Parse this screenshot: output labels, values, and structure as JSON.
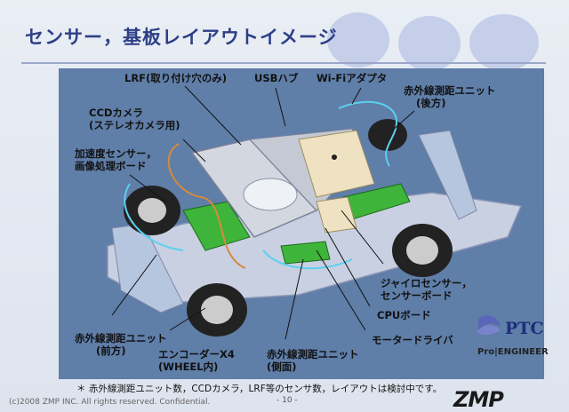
{
  "slide": {
    "title": "センサー，基板レイアウトイメージ",
    "labels": {
      "lrf": "LRF(取り付け穴のみ)",
      "usb": "USBハブ",
      "wifi": "Wi-Fiアダプタ",
      "ir_rear_1": "赤外線測距ユニット",
      "ir_rear_2": "(後方)",
      "ccd_1": "CCDカメラ",
      "ccd_2": "(ステレオカメラ用)",
      "accel_1": "加速度センサー，",
      "accel_2": "画像処理ボード",
      "gyro_1": "ジャイロセンサー，",
      "gyro_2": "センサーボード",
      "cpu": "CPUボード",
      "motor": "モータードライバ",
      "ir_front_1": "赤外線測距ユニット",
      "ir_front_2": "(前方)",
      "encoder_1": "エンコーダーX4",
      "encoder_2": "(WHEEL内)",
      "ir_side_1": "赤外線測距ユニット",
      "ir_side_2": "(側面)"
    },
    "footnote": "＊ 赤外線測距ユニット数，CCDカメラ，LRF等のセンサ数，レイアウトは検討中です。",
    "copyright": "(c)2008 ZMP INC. All rights reserved.  Confidential.",
    "page_number": "- 10 -",
    "logos": {
      "ptc": "PTC",
      "proengineer": "Pro|ENGINEER",
      "zmp": "ZMP"
    }
  }
}
